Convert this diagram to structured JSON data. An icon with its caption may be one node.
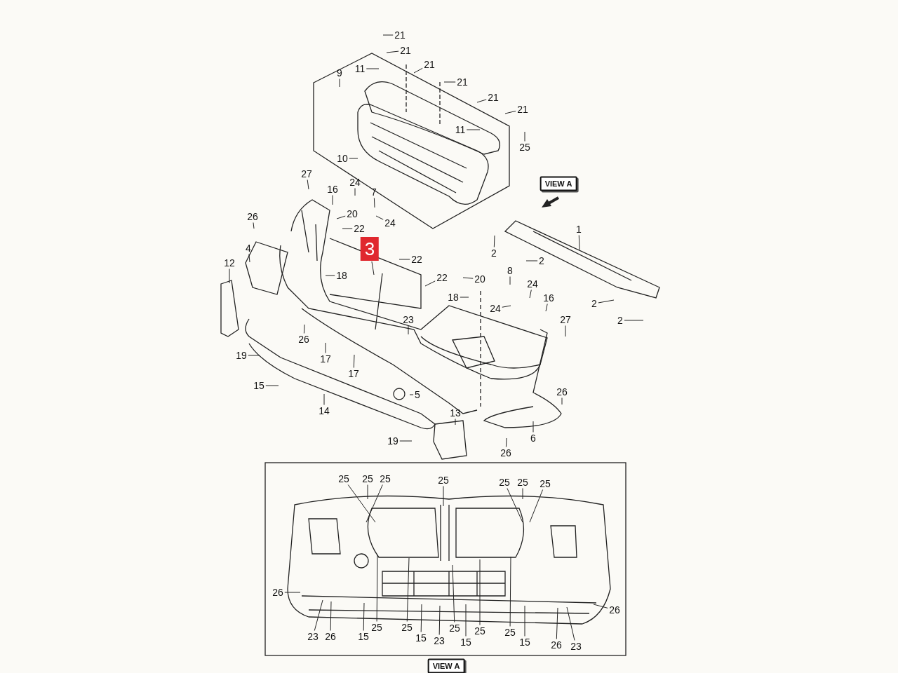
{
  "diagram": {
    "nodes": [
      {
        "text": [
          "9"
        ]
      },
      {
        "text": [
          "21"
        ]
      },
      {
        "text": [
          "21"
        ]
      },
      {
        "text": [
          "21"
        ]
      },
      {
        "text": [
          "21"
        ]
      },
      {
        "text": [
          "21"
        ]
      },
      {
        "text": [
          "21"
        ]
      },
      {
        "text": [
          "11"
        ]
      },
      {
        "text": [
          "11"
        ]
      },
      {
        "text": [
          "25"
        ]
      },
      {
        "text": [
          "10"
        ]
      },
      {
        "text": [
          "VIEW A"
        ]
      },
      {
        "text": [
          "27"
        ]
      },
      {
        "text": [
          "16"
        ]
      },
      {
        "text": [
          "24"
        ]
      },
      {
        "text": [
          "7"
        ]
      },
      {
        "text": [
          "20"
        ]
      },
      {
        "text": [
          "24"
        ]
      },
      {
        "text": [
          "26"
        ]
      },
      {
        "text": [
          "22"
        ]
      },
      {
        "text": [
          "3"
        ]
      },
      {
        "text": [
          "4"
        ]
      },
      {
        "text": [
          "12"
        ]
      },
      {
        "text": [
          "1"
        ]
      },
      {
        "text": [
          "2"
        ]
      },
      {
        "text": [
          "2"
        ]
      },
      {
        "text": [
          "22"
        ]
      },
      {
        "text": [
          "22"
        ]
      },
      {
        "text": [
          "18"
        ]
      },
      {
        "text": [
          "20"
        ]
      },
      {
        "text": [
          "8"
        ]
      },
      {
        "text": [
          "24"
        ]
      },
      {
        "text": [
          "18"
        ]
      },
      {
        "text": [
          "24"
        ]
      },
      {
        "text": [
          "16"
        ]
      },
      {
        "text": [
          "2"
        ]
      },
      {
        "text": [
          "2"
        ]
      },
      {
        "text": [
          "27"
        ]
      },
      {
        "text": [
          "23"
        ]
      },
      {
        "text": [
          "26"
        ]
      },
      {
        "text": [
          "17"
        ]
      },
      {
        "text": [
          "19"
        ]
      },
      {
        "text": [
          "17"
        ]
      },
      {
        "text": [
          "15"
        ]
      },
      {
        "text": [
          "5"
        ]
      },
      {
        "text": [
          "26"
        ]
      },
      {
        "text": [
          "14"
        ]
      },
      {
        "text": [
          "13"
        ]
      },
      {
        "text": [
          "6"
        ]
      },
      {
        "text": [
          "19"
        ]
      },
      {
        "text": [
          "26"
        ]
      },
      {
        "text": [
          "25"
        ]
      },
      {
        "text": [
          "25"
        ]
      },
      {
        "text": [
          "25"
        ]
      },
      {
        "text": [
          "25"
        ]
      },
      {
        "text": [
          "25"
        ]
      },
      {
        "text": [
          "25"
        ]
      },
      {
        "text": [
          "25"
        ]
      },
      {
        "text": [
          "26"
        ]
      },
      {
        "text": [
          "26"
        ]
      },
      {
        "text": [
          "25"
        ]
      },
      {
        "text": [
          "25"
        ]
      },
      {
        "text": [
          "25"
        ]
      },
      {
        "text": [
          "25"
        ]
      },
      {
        "text": [
          "25"
        ]
      },
      {
        "text": [
          "23"
        ]
      },
      {
        "text": [
          "26"
        ]
      },
      {
        "text": [
          "15"
        ]
      },
      {
        "text": [
          "15"
        ]
      },
      {
        "text": [
          "23"
        ]
      },
      {
        "text": [
          "15"
        ]
      },
      {
        "text": [
          "15"
        ]
      },
      {
        "text": [
          "26"
        ]
      },
      {
        "text": [
          "23"
        ]
      },
      {
        "text": [
          "VIEW A"
        ]
      }
    ],
    "edges": [
      {
        "from": 0,
        "to": null,
        "arrow": "none"
      },
      {
        "from": 1,
        "to": null,
        "arrow": "none"
      },
      {
        "from": 2,
        "to": null,
        "arrow": "none"
      },
      {
        "from": 3,
        "to": null,
        "arrow": "none"
      },
      {
        "from": 4,
        "to": null,
        "arrow": "none"
      },
      {
        "from": 5,
        "to": null,
        "arrow": "none"
      },
      {
        "from": 6,
        "to": null,
        "arrow": "none"
      },
      {
        "from": 7,
        "to": null,
        "arrow": "none"
      },
      {
        "from": 8,
        "to": null,
        "arrow": "none"
      },
      {
        "from": 9,
        "to": null,
        "arrow": "none"
      },
      {
        "from": 10,
        "to": null,
        "arrow": "none"
      },
      {
        "from": 12,
        "to": null,
        "arrow": "none"
      },
      {
        "from": 13,
        "to": null,
        "arrow": "none"
      },
      {
        "from": 14,
        "to": null,
        "arrow": "none"
      },
      {
        "from": 15,
        "to": null,
        "arrow": "none"
      },
      {
        "from": 16,
        "to": null,
        "arrow": "none"
      },
      {
        "from": 17,
        "to": null,
        "arrow": "none"
      },
      {
        "from": 18,
        "to": null,
        "arrow": "none"
      },
      {
        "from": 19,
        "to": null,
        "arrow": "none"
      },
      {
        "from": 20,
        "to": null,
        "arrow": "none"
      },
      {
        "from": 21,
        "to": null,
        "arrow": "none"
      },
      {
        "from": 22,
        "to": null,
        "arrow": "none"
      },
      {
        "from": 23,
        "to": null,
        "arrow": "none"
      },
      {
        "from": 24,
        "to": null,
        "arrow": "none"
      },
      {
        "from": 25,
        "to": null,
        "arrow": "none"
      },
      {
        "from": 26,
        "to": null,
        "arrow": "none"
      },
      {
        "from": 27,
        "to": null,
        "arrow": "none"
      },
      {
        "from": 28,
        "to": null,
        "arrow": "none"
      },
      {
        "from": 29,
        "to": null,
        "arrow": "none"
      },
      {
        "from": 30,
        "to": null,
        "arrow": "none"
      },
      {
        "from": 31,
        "to": null,
        "arrow": "none"
      },
      {
        "from": 32,
        "to": null,
        "arrow": "none"
      },
      {
        "from": 33,
        "to": null,
        "arrow": "none"
      },
      {
        "from": 34,
        "to": null,
        "arrow": "none"
      },
      {
        "from": 35,
        "to": null,
        "arrow": "none"
      },
      {
        "from": 36,
        "to": null,
        "arrow": "none"
      },
      {
        "from": 37,
        "to": null,
        "arrow": "none"
      },
      {
        "from": 38,
        "to": null,
        "arrow": "none"
      },
      {
        "from": 39,
        "to": null,
        "arrow": "none"
      },
      {
        "from": 40,
        "to": null,
        "arrow": "none"
      },
      {
        "from": 41,
        "to": null,
        "arrow": "none"
      },
      {
        "from": 42,
        "to": null,
        "arrow": "none"
      },
      {
        "from": 43,
        "to": null,
        "arrow": "none"
      },
      {
        "from": 44,
        "to": null,
        "arrow": "none"
      },
      {
        "from": 45,
        "to": null,
        "arrow": "none"
      },
      {
        "from": 46,
        "to": null,
        "arrow": "none"
      },
      {
        "from": 47,
        "to": null,
        "arrow": "none"
      },
      {
        "from": 48,
        "to": null,
        "arrow": "none"
      },
      {
        "from": 49,
        "to": null,
        "arrow": "none"
      },
      {
        "from": 50,
        "to": null,
        "arrow": "none"
      },
      {
        "from": 51,
        "to": null,
        "arrow": "none"
      },
      {
        "from": 52,
        "to": null,
        "arrow": "none"
      },
      {
        "from": 53,
        "to": null,
        "arrow": "none"
      },
      {
        "from": 54,
        "to": null,
        "arrow": "none"
      },
      {
        "from": 55,
        "to": null,
        "arrow": "none"
      },
      {
        "from": 56,
        "to": null,
        "arrow": "none"
      },
      {
        "from": 57,
        "to": null,
        "arrow": "none"
      },
      {
        "from": 58,
        "to": null,
        "arrow": "none"
      },
      {
        "from": 59,
        "to": null,
        "arrow": "none"
      },
      {
        "from": 60,
        "to": null,
        "arrow": "none"
      },
      {
        "from": 61,
        "to": null,
        "arrow": "none"
      },
      {
        "from": 62,
        "to": null,
        "arrow": "none"
      },
      {
        "from": 63,
        "to": null,
        "arrow": "none"
      },
      {
        "from": 64,
        "to": null,
        "arrow": "none"
      },
      {
        "from": 65,
        "to": null,
        "arrow": "none"
      },
      {
        "from": 66,
        "to": null,
        "arrow": "none"
      },
      {
        "from": 67,
        "to": null,
        "arrow": "none"
      },
      {
        "from": 68,
        "to": null,
        "arrow": "none"
      },
      {
        "from": 69,
        "to": null,
        "arrow": "none"
      },
      {
        "from": 70,
        "to": null,
        "arrow": "none"
      },
      {
        "from": 71,
        "to": null,
        "arrow": "none"
      },
      {
        "from": 72,
        "to": null,
        "arrow": "none"
      },
      {
        "from": 73,
        "to": null,
        "arrow": "none"
      }
    ]
  }
}
